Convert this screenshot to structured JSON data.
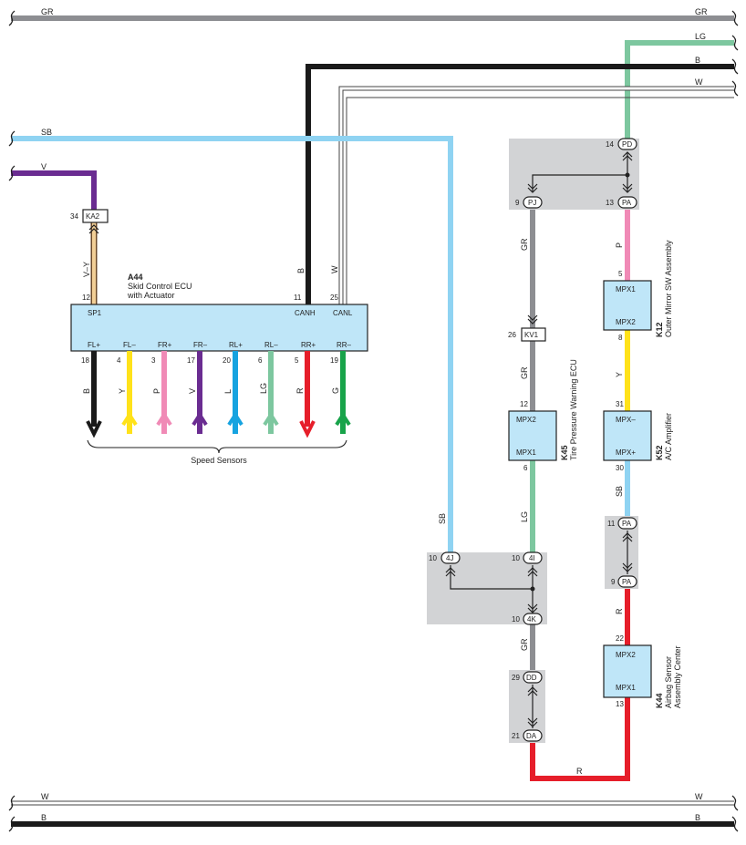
{
  "colors": {
    "GR": "#8d8e92",
    "LG": "#7dc79f",
    "B": "#1a1a1a",
    "W": "#ffffff",
    "SB": "#8fd3f2",
    "V": "#6a2c91",
    "VY": "#f2cf96",
    "P": "#f08ab6",
    "Y": "#ffe21a",
    "R": "#e61e2a",
    "L": "#16a3e0",
    "G": "#18a34a",
    "ecu_fill": "#bfe6f8",
    "junction_fill": "#d2d3d5"
  },
  "wires": {
    "top_gr": "GR",
    "top_lg": "LG",
    "top_b": "B",
    "top_w": "W",
    "sb": "SB",
    "v": "V",
    "v_y": "V–Y",
    "ecu_b": "B",
    "ecu_w": "W",
    "gr_pj": "GR",
    "gr_kv1": "GR",
    "lg_k45": "LG",
    "sb_left": "SB",
    "p_k12": "P",
    "y_k12": "Y",
    "sb_k52": "SB",
    "r_k44": "R",
    "gr_4k": "GR",
    "bottom_r": "R",
    "bottom_w": "W",
    "bottom_b": "B",
    "sensor_colors": [
      "B",
      "Y",
      "P",
      "V",
      "L",
      "LG",
      "R",
      "G"
    ]
  },
  "a44": {
    "code": "A44",
    "name1": "Skid Control ECU",
    "name2": "with Actuator",
    "pin_sp1_num": "12",
    "pin_sp1": "SP1",
    "pin_canh_num": "11",
    "pin_canh": "CANH",
    "pin_canl_num": "25",
    "pin_canl": "CANL",
    "sensor_pins": [
      "FL+",
      "FL–",
      "FR+",
      "FR–",
      "RL+",
      "RL–",
      "RR+",
      "RR–"
    ],
    "sensor_pin_nums": [
      "18",
      "4",
      "3",
      "17",
      "20",
      "6",
      "5",
      "19"
    ],
    "sensors_label": "Speed Sensors"
  },
  "ka2": {
    "num": "34",
    "label": "KA2"
  },
  "kv1": {
    "num": "26",
    "label": "KV1"
  },
  "k45": {
    "code": "K45",
    "name": "Tire Pressure Warning ECU",
    "top_num": "12",
    "top": "MPX2",
    "bot": "MPX1",
    "bot_num": "6"
  },
  "k12": {
    "code": "K12",
    "name": "Outer Mirror SW Assembly",
    "top_num": "5",
    "top": "MPX1",
    "bot": "MPX2",
    "bot_num": "8"
  },
  "k52": {
    "code": "K52",
    "name": "A/C Amplifier",
    "top_num": "31",
    "top": "MPX–",
    "bot": "MPX+",
    "bot_num": "30"
  },
  "k44": {
    "code": "K44",
    "name1": "Airbag Sensor",
    "name2": "Assembly Center",
    "top_num": "22",
    "top": "MPX2",
    "bot": "MPX1",
    "bot_num": "13"
  },
  "jc_top": {
    "pd_num": "14",
    "pd": "PD",
    "pj_num": "9",
    "pj": "PJ",
    "pa_num": "13",
    "pa": "PA"
  },
  "jc_pa": {
    "top_num": "11",
    "top": "PA",
    "bot_num": "9",
    "bot": "PA"
  },
  "jc_left": {
    "j4j_num": "10",
    "j4j": "4J",
    "j4i_num": "10",
    "j4i": "4I",
    "j4k_num": "10",
    "j4k": "4K"
  },
  "jc_dd": {
    "dd_num": "29",
    "dd": "DD",
    "da_num": "21",
    "da": "DA"
  }
}
